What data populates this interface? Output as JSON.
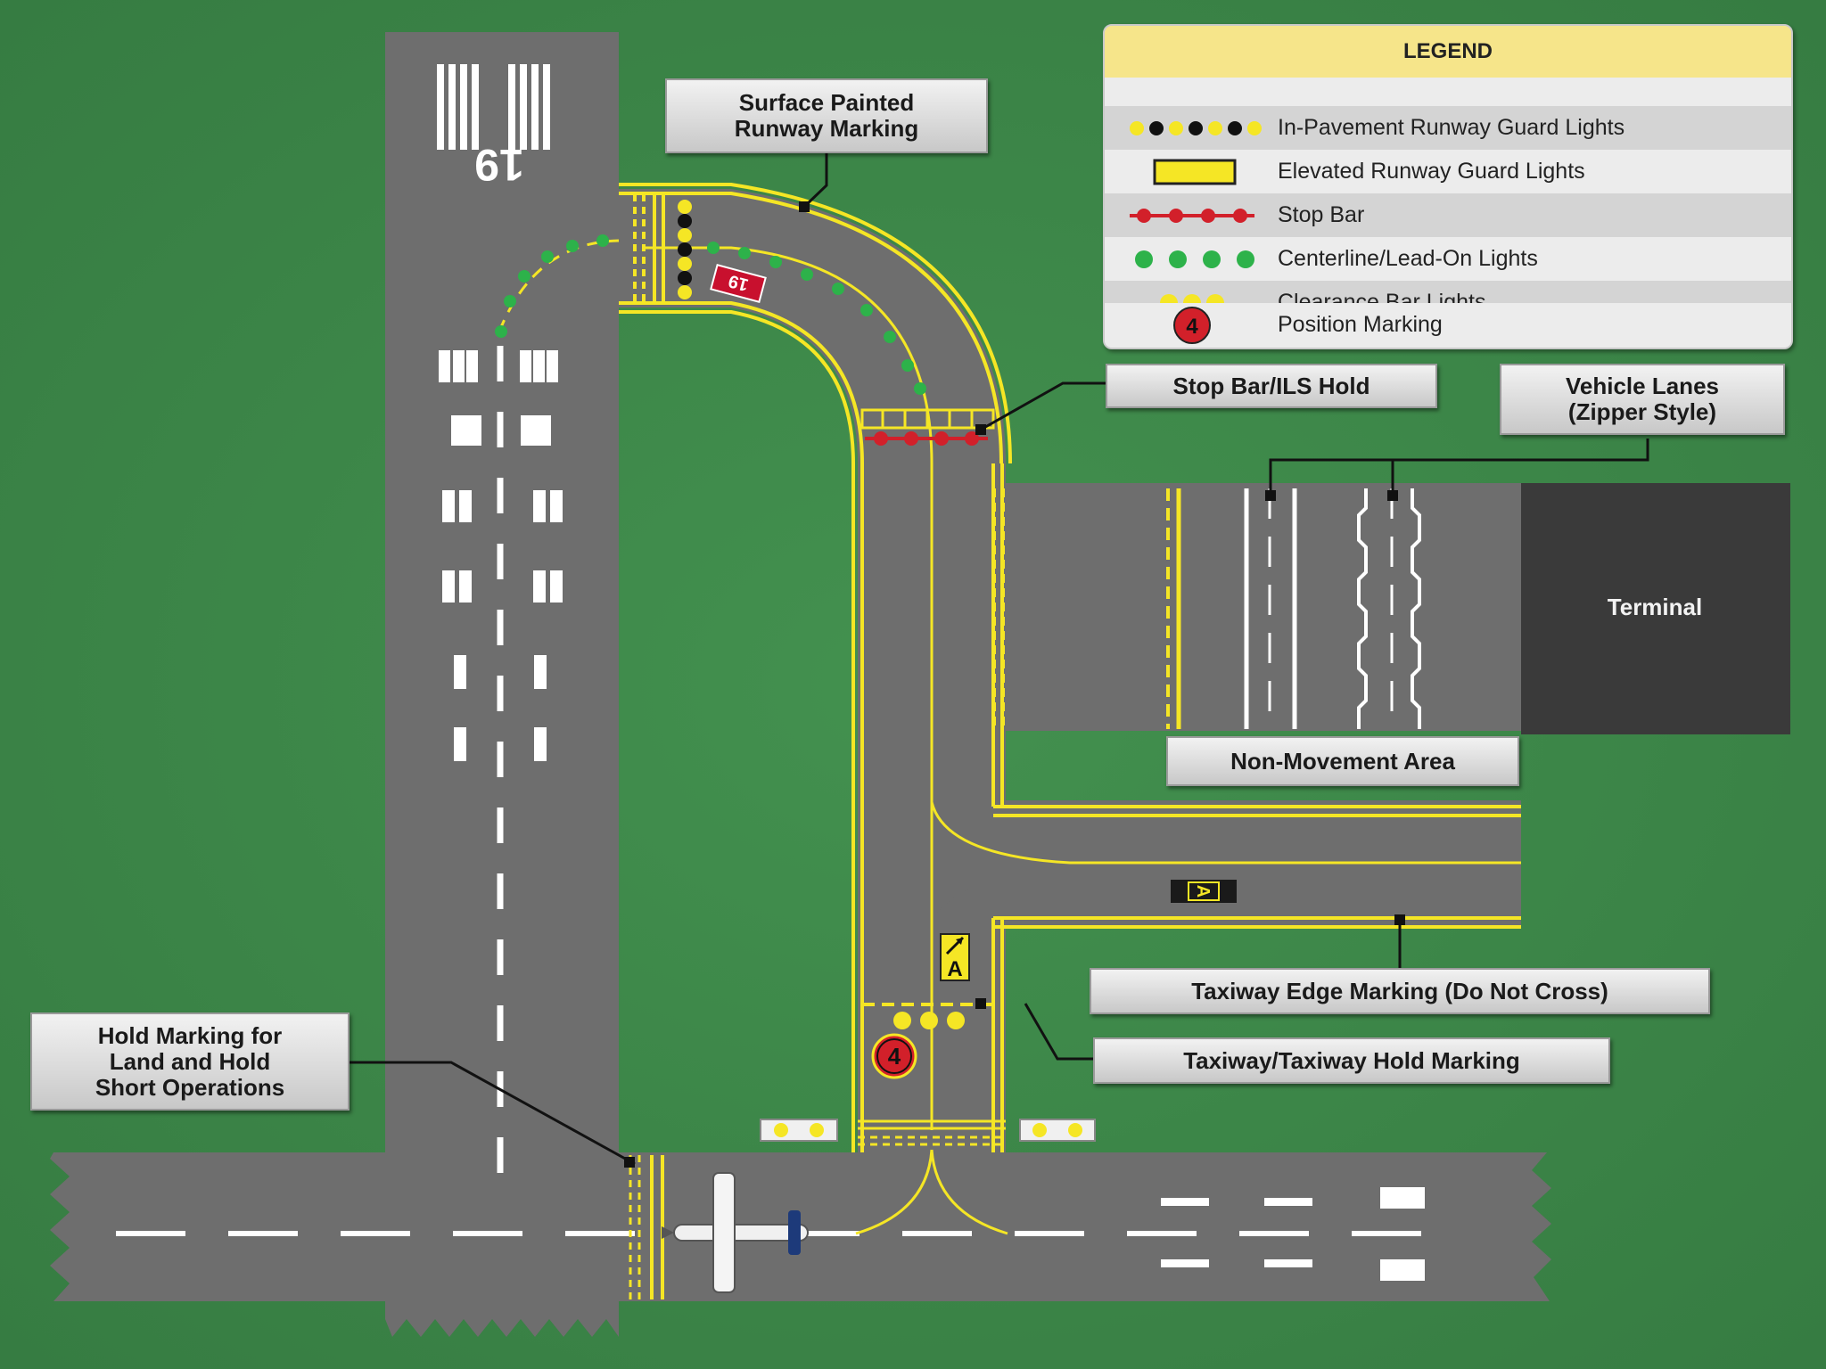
{
  "runway": {
    "number": "19"
  },
  "legend": {
    "title": "LEGEND",
    "items": [
      {
        "label": "In-Pavement Runway Guard Lights",
        "icon": "in-pavement-guard-lights-icon"
      },
      {
        "label": "Elevated Runway Guard Lights",
        "icon": "elevated-guard-lights-icon"
      },
      {
        "label": "Stop Bar",
        "icon": "stop-bar-icon"
      },
      {
        "label": "Centerline/Lead-On Lights",
        "icon": "centerline-lights-icon"
      },
      {
        "label": "Clearance Bar Lights",
        "icon": "clearance-bar-icon"
      },
      {
        "label": "Position Marking",
        "icon": "position-marking-icon"
      }
    ],
    "position_marking_number": "4"
  },
  "callouts": {
    "surface_painted": "Surface Painted\nRunway Marking",
    "stop_bar_ils": "Stop Bar/ILS Hold",
    "vehicle_lanes": "Vehicle Lanes\n(Zipper Style)",
    "non_movement": "Non-Movement Area",
    "taxiway_edge": "Taxiway Edge Marking (Do Not Cross)",
    "taxiway_hold": "Taxiway/Taxiway Hold Marking",
    "lahso": "Hold Marking for\nLand and Hold\nShort Operations"
  },
  "terminal": {
    "label": "Terminal"
  },
  "signs": {
    "runway_sign": "19",
    "taxiway_location": "A",
    "taxiway_direction": "A",
    "position_marking": "4"
  },
  "colors": {
    "grass": "#3f8a4b",
    "pavement": "#6e6e6e",
    "terminal": "#3a3a3a",
    "yellow_marking": "#f5e625",
    "stop_bar_red": "#d2202a",
    "centerline_green": "#2db24a",
    "sign_red": "#c8102e"
  }
}
